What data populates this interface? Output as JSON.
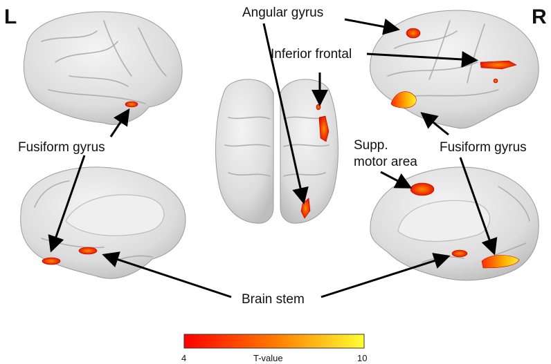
{
  "hemisphere_left": "L",
  "hemisphere_right": "R",
  "labels": {
    "angular_gyrus": "Angular gyrus",
    "inferior_frontal": "Inferior frontal",
    "fusiform_left": "Fusiform gyrus",
    "fusiform_right": "Fusiform gyrus",
    "supp_motor_line1": "Supp.",
    "supp_motor_line2": "motor area",
    "brain_stem": "Brain stem"
  },
  "colorbar": {
    "min_label": "4",
    "max_label": "10",
    "title": "T-value",
    "min": 4,
    "max": 10,
    "colors": [
      "#ff0000",
      "#ff7a00",
      "#ffff33"
    ]
  }
}
